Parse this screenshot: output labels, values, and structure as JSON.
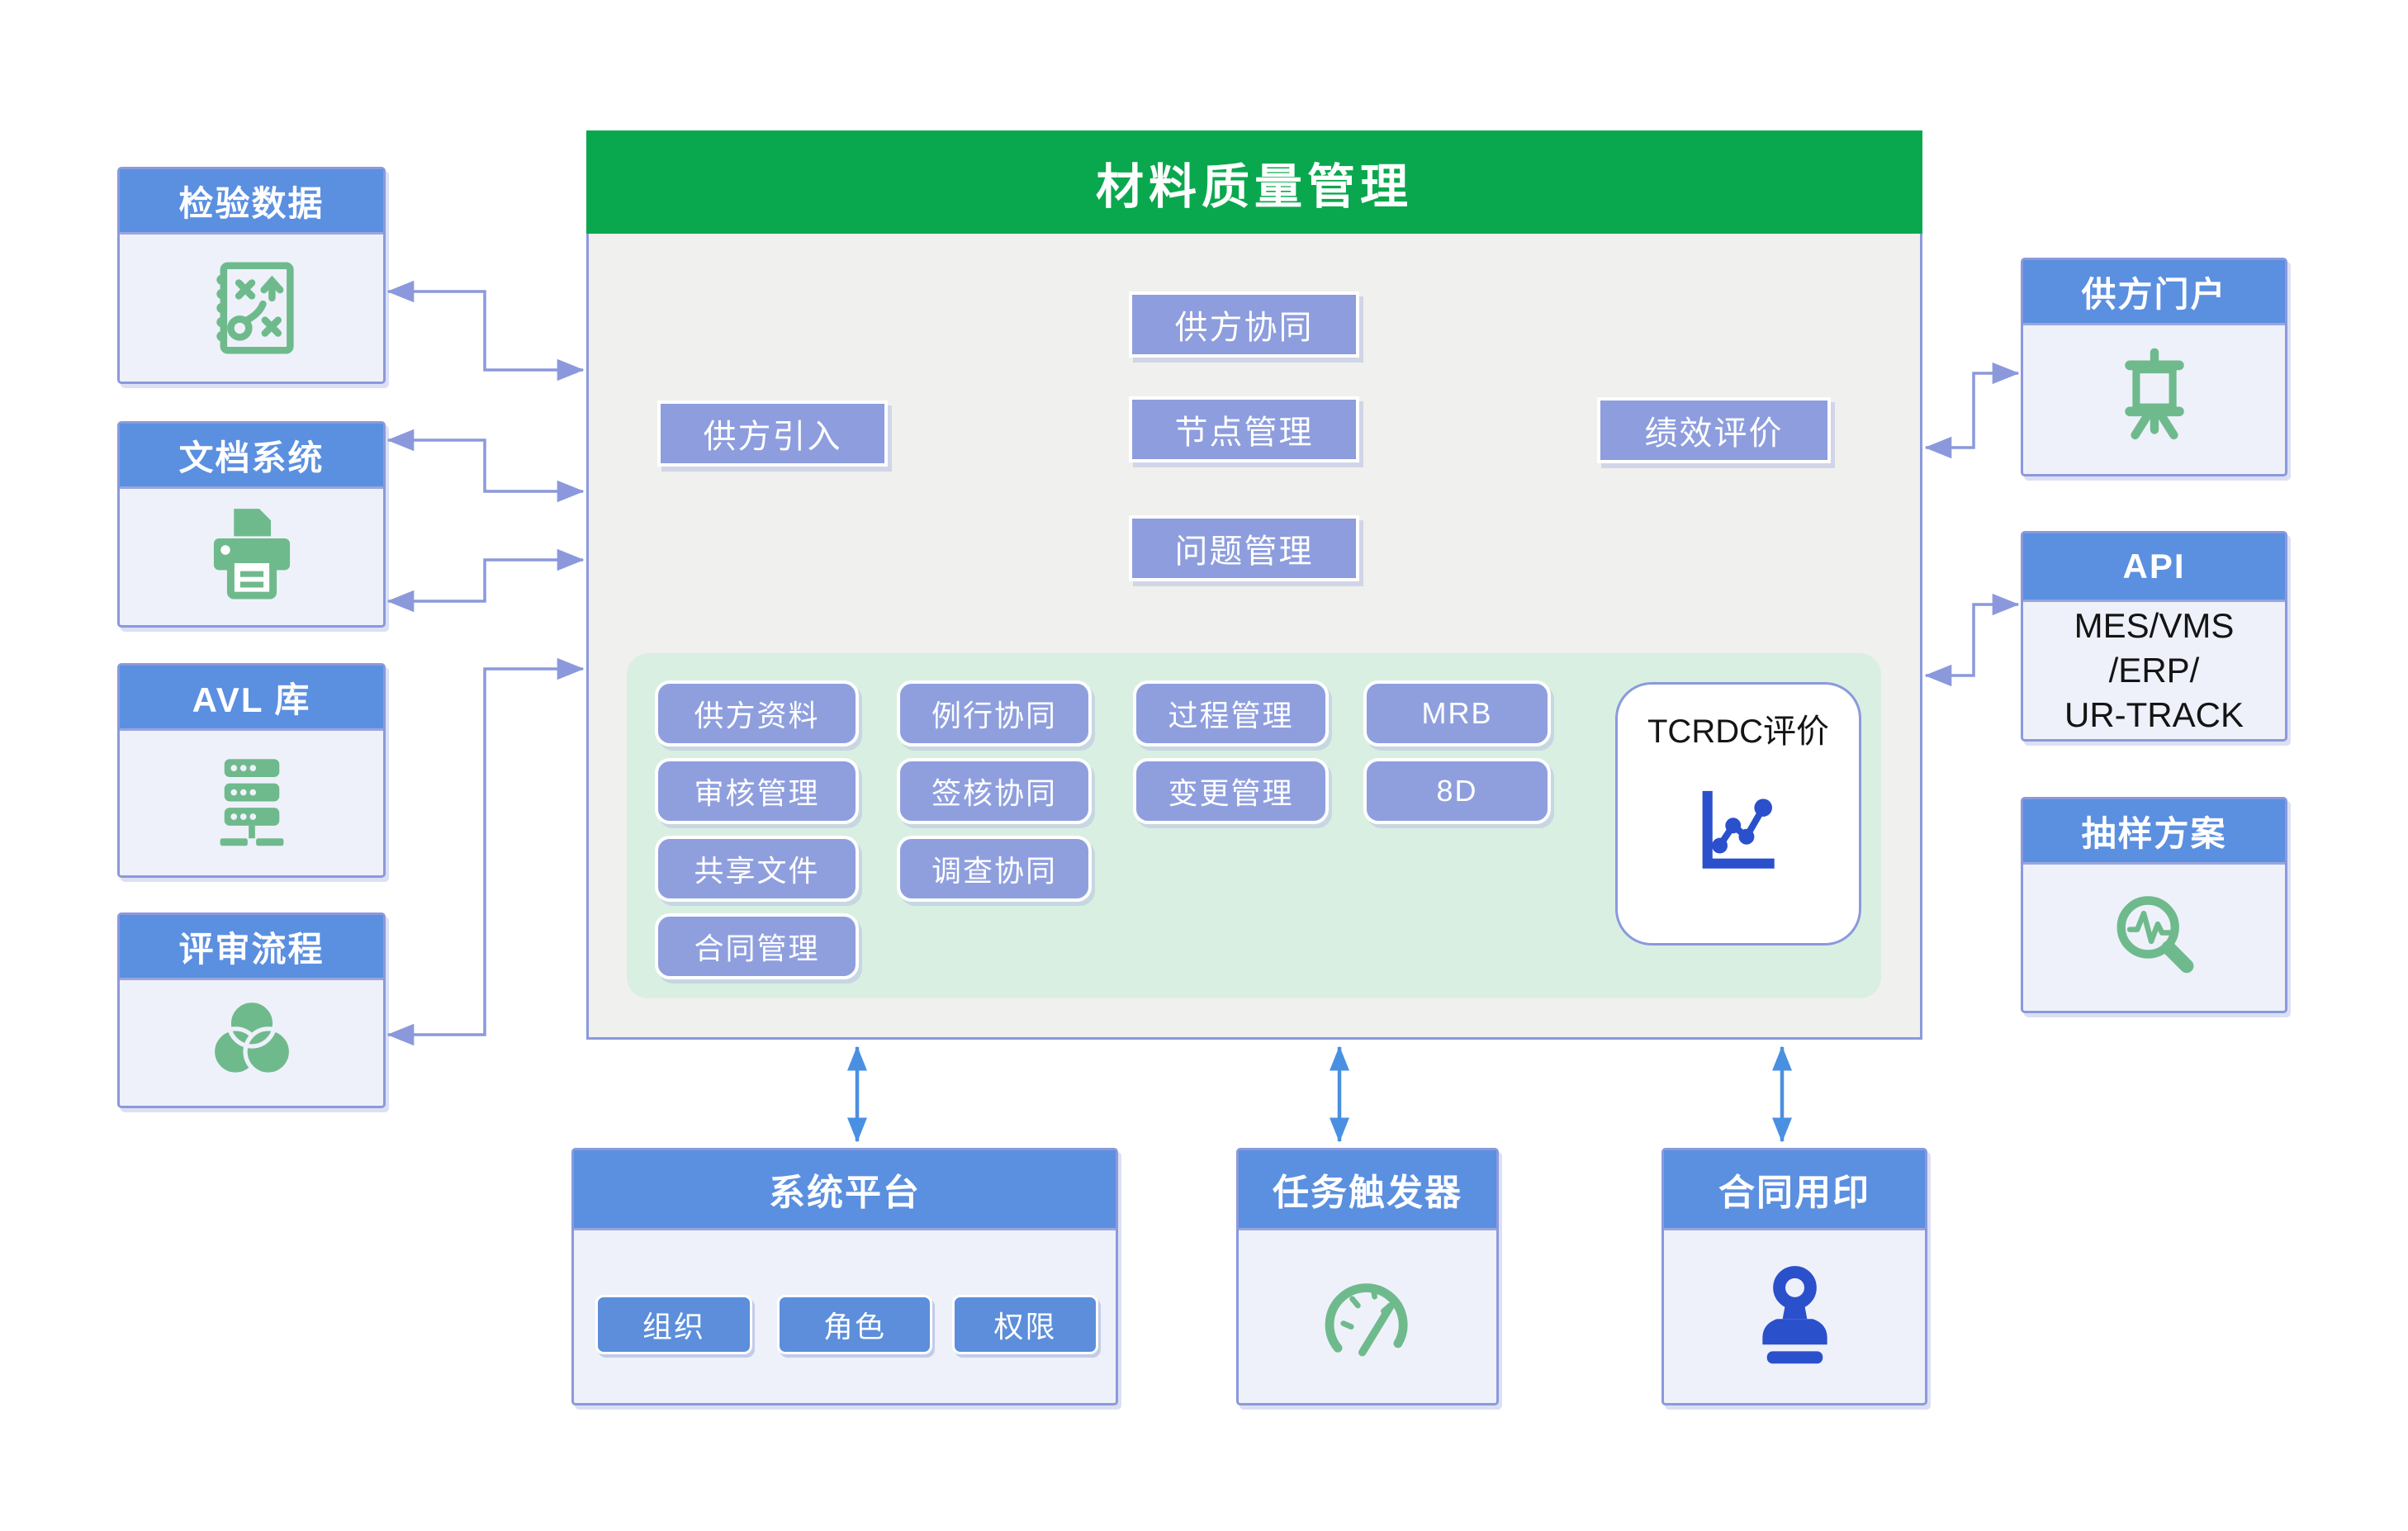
{
  "main": {
    "title": "材料质量管理",
    "flow": {
      "source": "供方引入",
      "branches": [
        "供方协同",
        "节点管理",
        "问题管理"
      ],
      "result": "绩效评价"
    },
    "modules": [
      "供方资料",
      "审核管理",
      "共享文件",
      "合同管理",
      "例行协同",
      "签核协同",
      "调查协同",
      "过程管理",
      "变更管理",
      "MRB",
      "8D"
    ],
    "card": {
      "title": "TCRDC评价",
      "icon": "line-chart-icon"
    }
  },
  "left_panels": [
    {
      "title": "检验数据",
      "icon": "strategy-icon"
    },
    {
      "title": "文档系统",
      "icon": "printer-icon"
    },
    {
      "title": "AVL 库",
      "icon": "server-stack-icon"
    },
    {
      "title": "评审流程",
      "icon": "venn-icon"
    }
  ],
  "right_panels": [
    {
      "title": "供方门户",
      "icon": "presentation-board-icon"
    },
    {
      "title": "API",
      "lines": [
        "MES/VMS",
        "/ERP/",
        "UR-TRACK"
      ]
    },
    {
      "title": "抽样方案",
      "icon": "magnifier-pulse-icon"
    }
  ],
  "bottom_panels": [
    {
      "title": "系统平台",
      "buttons": [
        "组织",
        "角色",
        "权限"
      ]
    },
    {
      "title": "任务触发器",
      "icon": "gauge-icon"
    },
    {
      "title": "合同用印",
      "icon": "stamp-icon"
    }
  ],
  "colors": {
    "header_blue": "#5b8fe0",
    "panel_body": "#eef1fa",
    "border_purple": "#8b99dc",
    "flow_box_purple": "#8d9ddd",
    "green_header": "#0aa84e",
    "green_panel": "#d9efe2",
    "icon_green": "#6fba8c",
    "icon_blue": "#2b50cc",
    "arrow_blue": "#4a90e2",
    "main_bg": "#f0f0ee"
  }
}
